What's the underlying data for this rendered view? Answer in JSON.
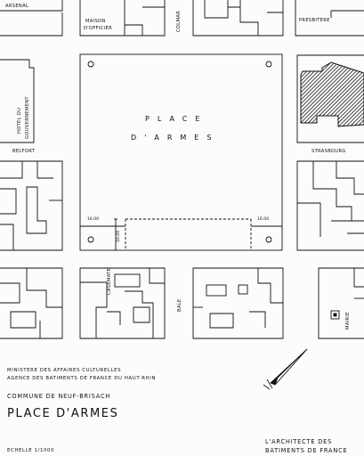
{
  "streets": {
    "arsenal": "ARSENAL",
    "maison": "MAISON",
    "officier": "D'OFFICIER",
    "colmar": "COLMAR",
    "presbitere": "PRESBITERE",
    "hotel": "HOTEL DU",
    "gouvernement": "GOUVERNEMENT",
    "belfort": "BELFORT",
    "strasbourg": "STRASBOURG",
    "casemate": "CASEMATE",
    "bale": "BALE",
    "mairie": "MAIRIE"
  },
  "square": {
    "line1": "PLACE",
    "line2": "D'ARMES",
    "dim_left": "16.00",
    "dim_right": "16.00",
    "dim_vertical": "16.00"
  },
  "title_block": {
    "ministry": "MINISTERE DES AFFAIRES CULTURELLES",
    "agency": "AGENCE DES BATIMENTS DE FRANCE DU HAUT-RHIN",
    "commune": "COMMUNE DE NEUF-BRISACH",
    "title": "PLACE D'ARMES",
    "scale": "ECHELLE 1/1000",
    "architect_1": "L'ARCHITECTE DES",
    "architect_2": "BATIMENTS DE FRANCE"
  },
  "north_arrow": "north-arrow"
}
